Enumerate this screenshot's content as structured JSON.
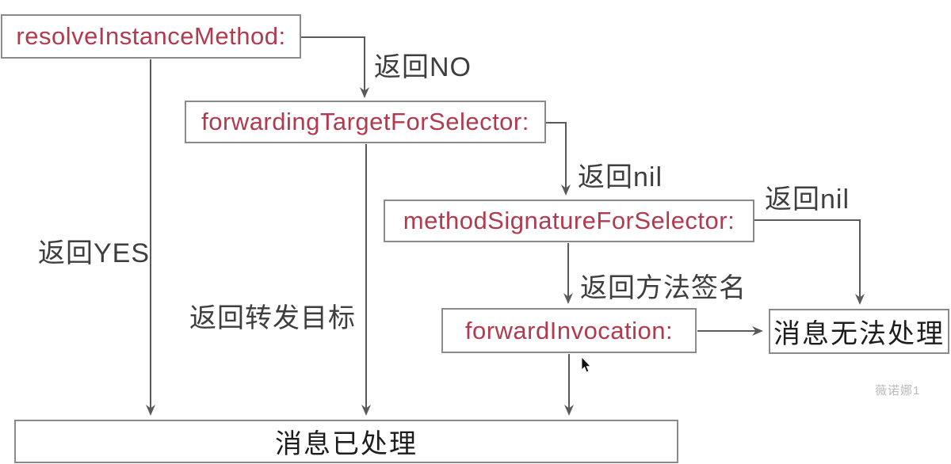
{
  "diagram": {
    "topic": "Objective-C message forwarding flow",
    "nodes": {
      "resolve_instance_method": {
        "label": "resolveInstanceMethod:",
        "type": "method"
      },
      "forwarding_target": {
        "label": "forwardingTargetForSelector:",
        "type": "method"
      },
      "method_signature": {
        "label": "methodSignatureForSelector:",
        "type": "method"
      },
      "forward_invocation": {
        "label": "forwardInvocation:",
        "type": "method"
      },
      "message_unhandled": {
        "label": "消息无法处理",
        "type": "terminal"
      },
      "message_handled": {
        "label": "消息已处理",
        "type": "terminal"
      }
    },
    "edges": [
      {
        "from": "resolveInstanceMethod:",
        "to": "forwardingTargetForSelector:",
        "label": "返回NO"
      },
      {
        "from": "resolveInstanceMethod:",
        "to": "消息已处理",
        "label": "返回YES"
      },
      {
        "from": "forwardingTargetForSelector:",
        "to": "methodSignatureForSelector:",
        "label": "返回nil"
      },
      {
        "from": "forwardingTargetForSelector:",
        "to": "消息已处理",
        "label": "返回转发目标"
      },
      {
        "from": "methodSignatureForSelector:",
        "to": "forwardInvocation:",
        "label": "返回方法签名"
      },
      {
        "from": "methodSignatureForSelector:",
        "to": "消息无法处理",
        "label": "返回nil"
      },
      {
        "from": "forwardInvocation:",
        "to": "消息无法处理",
        "label": ""
      },
      {
        "from": "forwardInvocation:",
        "to": "消息已处理",
        "label": ""
      }
    ],
    "colors": {
      "method_text": "#b23a4e",
      "terminal_text": "#1d1d1d",
      "box_border": "#8a8a8a",
      "connector": "#5a5a5a",
      "edge_label_text": "#3e3e3e",
      "watermark_text": "#bdb9b9",
      "background": "#ffffff"
    },
    "watermark": "薇诺娜1"
  }
}
